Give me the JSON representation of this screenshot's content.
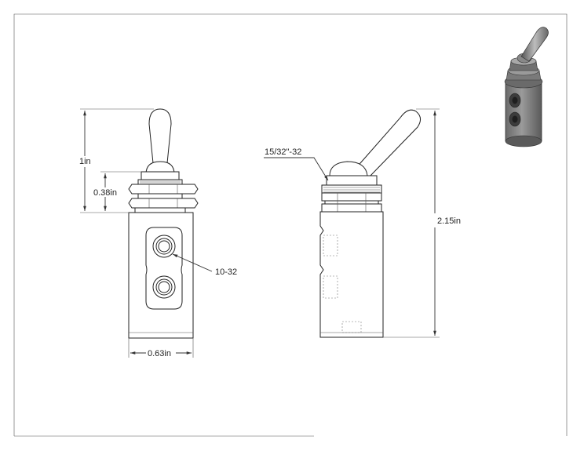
{
  "dimensions": {
    "handle_height": "1in",
    "bushing_height": "0.38in",
    "body_width": "0.63in",
    "total_height": "2.15in",
    "port_thread": "10-32",
    "bushing_thread": "15/32\"-32"
  },
  "colors": {
    "line": "#222222",
    "iso_dark": "#4a4a4a",
    "iso_mid": "#8a8a8a",
    "iso_light": "#c8c8c8"
  }
}
